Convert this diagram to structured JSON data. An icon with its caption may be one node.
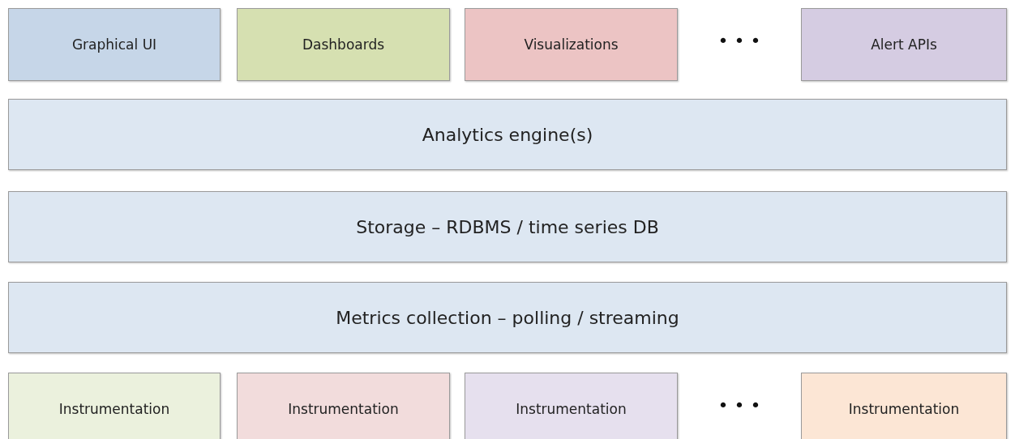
{
  "diagram": {
    "nodes": [
      {
        "text": [
          "Graphical UI"
        ]
      },
      {
        "text": [
          "Dashboards"
        ]
      },
      {
        "text": [
          "Visualizations"
        ]
      },
      {
        "text": [
          "Alert APIs"
        ]
      },
      {
        "text": [
          "Analytics engine(s)"
        ]
      },
      {
        "text": [
          "Storage – RDBMS / time series DB"
        ]
      },
      {
        "text": [
          "Metrics collection – polling / streaming"
        ]
      },
      {
        "text": [
          "Instrumentation"
        ]
      },
      {
        "text": [
          "Instrumentation"
        ]
      },
      {
        "text": [
          "Instrumentation"
        ]
      },
      {
        "text": [
          "Instrumentation"
        ]
      }
    ],
    "edges": [],
    "labels": [
      "• • •",
      "• • •"
    ]
  }
}
